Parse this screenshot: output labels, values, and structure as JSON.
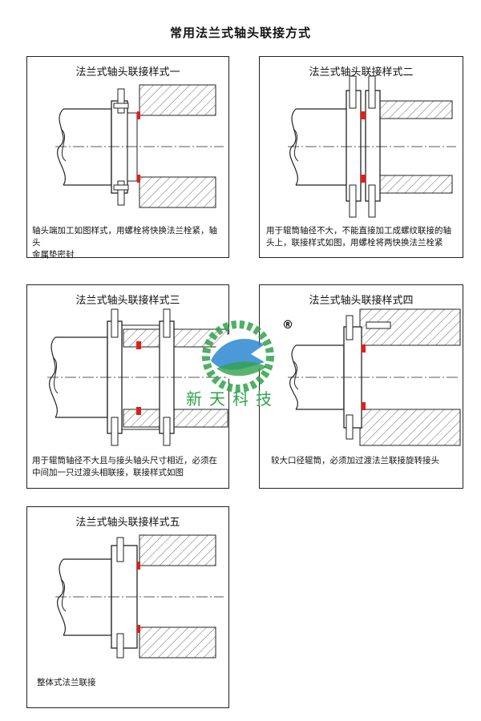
{
  "title": "常用法兰式轴头联接方式",
  "panels": [
    {
      "title": "法兰式轴头联接样式一",
      "desc": "轴头端加工如图样式，用螺栓将快换法兰栓紧，轴头\n金属垫密封"
    },
    {
      "title": "法兰式轴头联接样式二",
      "desc": "用于辊筒轴径不大，不能直接加工成螺纹联接的轴\n头上，联接样式如图，用螺栓将两快换法兰栓紧"
    },
    {
      "title": "法兰式轴头联接样式三",
      "desc": "用于辊筒轴径不大且与接头轴头尺寸相近，必须在\n中间加一只过渡头相联接，联接样式如图"
    },
    {
      "title": "法兰式轴头联接样式四",
      "desc": "较大口径辊筒，必须加过渡法兰联接旋转接头"
    },
    {
      "title": "法兰式轴头联接样式五",
      "desc": "整体式法兰联接"
    }
  ],
  "logo": {
    "text": "新天科技",
    "registered": "®"
  },
  "colors": {
    "gasket": "#e0201a",
    "logo_green": "#2fa24a",
    "logo_blue": "#1e7fd0",
    "line": "#222222"
  }
}
